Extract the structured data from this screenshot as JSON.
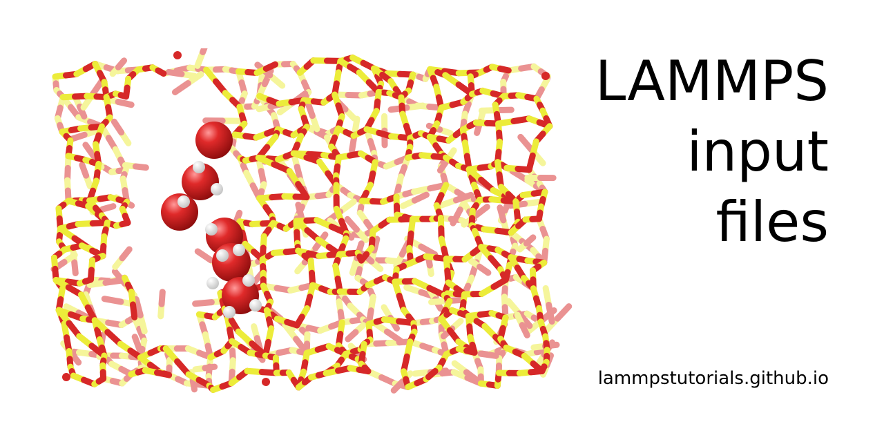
{
  "banner": {
    "title_lines": [
      "LAMMPS",
      "input",
      "files"
    ],
    "site": "lammpstutorials.github.io"
  },
  "illustration": {
    "subject": "silica-network-with-water",
    "colors": {
      "oxygen": "#d62828",
      "silicon": "#ecec3a",
      "hydrogen": "#ffffff"
    }
  }
}
